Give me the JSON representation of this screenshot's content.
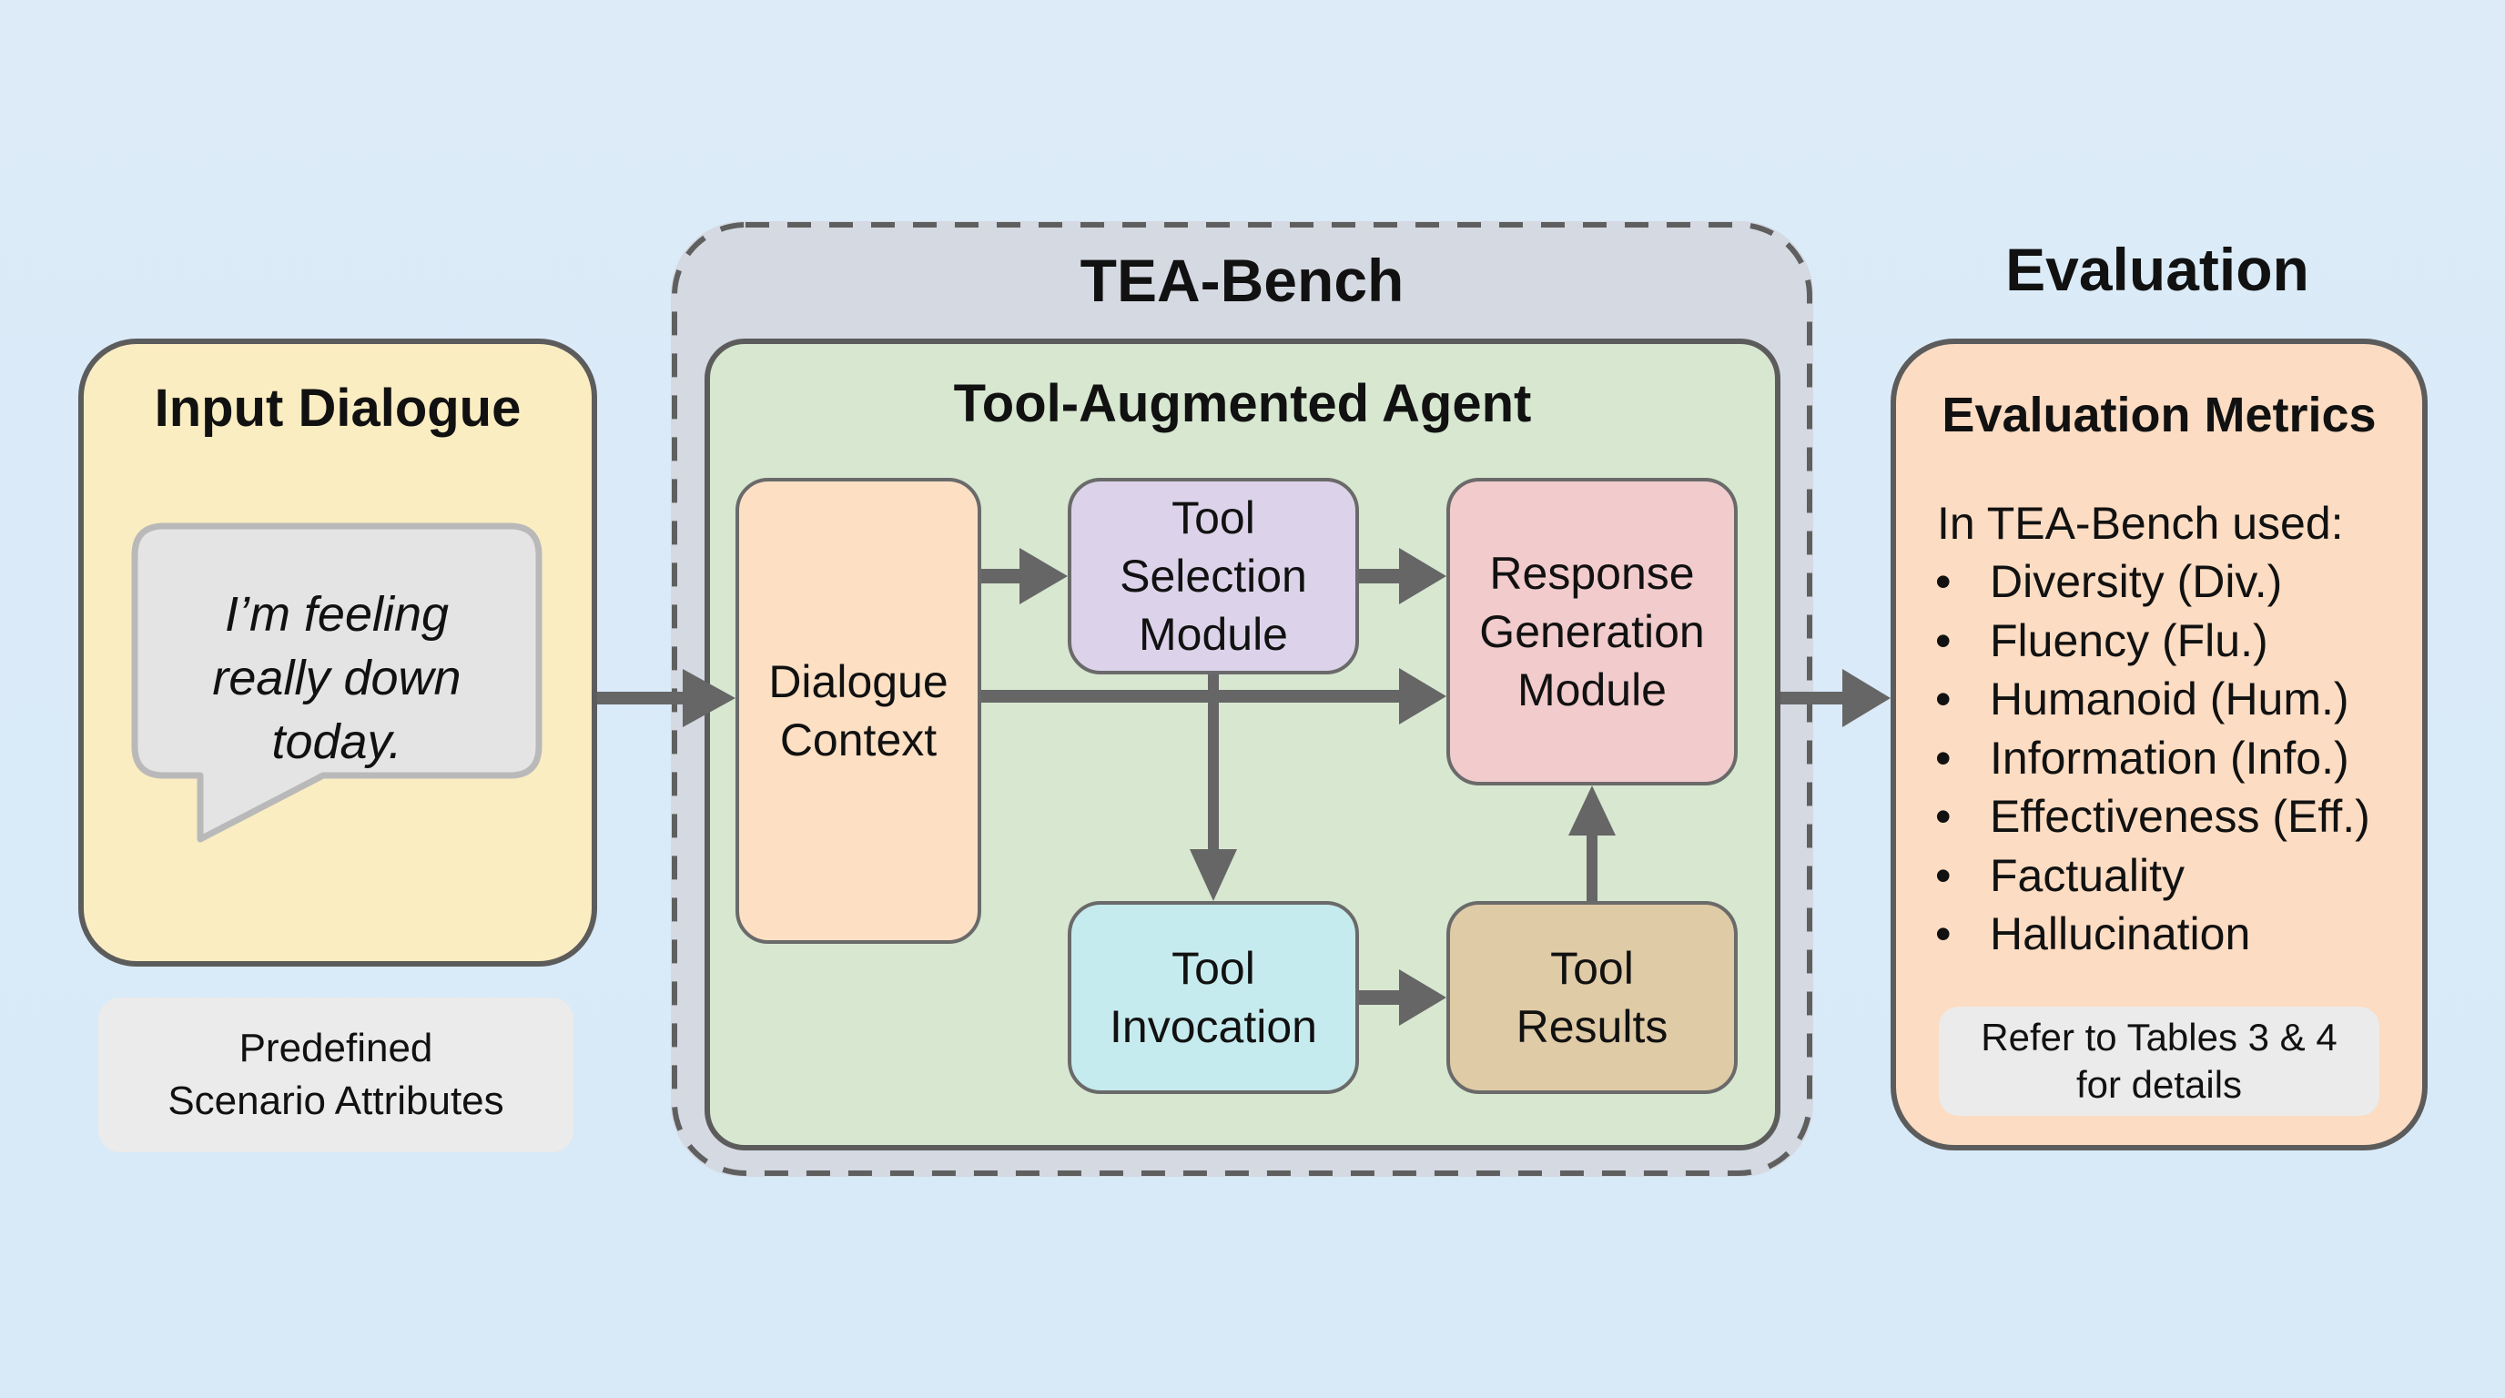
{
  "input_dialogue": {
    "title": "Input Dialogue",
    "utterance_lines": [
      "I’m feeling",
      "really down",
      "today."
    ],
    "scenario_lines": [
      "Predefined",
      "Scenario Attributes"
    ]
  },
  "tea_bench": {
    "title": "TEA-Bench",
    "agent": {
      "title": "Tool-Augmented Agent",
      "modules": {
        "dialogue_context": [
          "Dialogue",
          "Context"
        ],
        "tool_selection": [
          "Tool",
          "Selection",
          "Module"
        ],
        "response_generation": [
          "Response",
          "Generation",
          "Module"
        ],
        "tool_invocation": [
          "Tool",
          "Invocation"
        ],
        "tool_results": [
          "Tool",
          "Results"
        ]
      }
    }
  },
  "evaluation": {
    "heading": "Evaluation",
    "panel_title": "Evaluation Metrics",
    "intro": "In TEA-Bench used:",
    "bullet": "•",
    "metrics": [
      "Diversity (Div.)",
      "Fluency (Flu.)",
      "Humanoid (Hum.)",
      "Information (Info.)",
      "Effectiveness (Eff.)",
      "Factuality",
      "Hallucination"
    ],
    "note_lines": [
      "Refer to Tables 3 & 4",
      "for details"
    ]
  },
  "colors": {
    "background": "#dcebf7",
    "input_panel": "#fbedc2",
    "tea_outer": "#d4d9e2",
    "agent_panel": "#d7e7d0",
    "dialogue_context": "#fde0c4",
    "tool_selection": "#dcd3ea",
    "response_generation": "#f2cbcc",
    "tool_invocation": "#c6ebee",
    "tool_results": "#e0cba7",
    "evaluation_panel": "#fcdcc2",
    "arrow": "#666666",
    "border": "#5c5c5c"
  }
}
